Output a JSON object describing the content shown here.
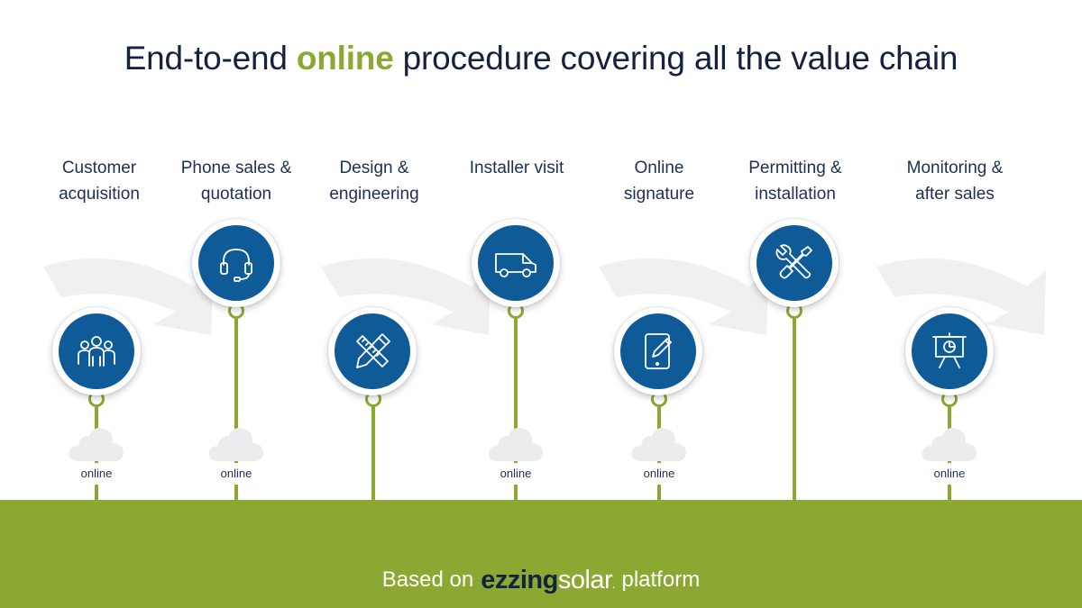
{
  "title": {
    "part1": "End-to-end ",
    "highlight": "online",
    "part2": " procedure covering all the value chain"
  },
  "steps": [
    {
      "line1": "Customer",
      "line2": "acquisition",
      "icon": "people-group-icon",
      "cloud_label": "online"
    },
    {
      "line1": "Phone sales &",
      "line2": "quotation",
      "icon": "headset-icon",
      "cloud_label": "online"
    },
    {
      "line1": "Design &",
      "line2": "engineering",
      "icon": "pencil-ruler-icon",
      "cloud_label": ""
    },
    {
      "line1": "Installer visit",
      "line2": "",
      "icon": "van-icon",
      "cloud_label": "online"
    },
    {
      "line1": "Online",
      "line2": "signature",
      "icon": "tablet-pen-icon",
      "cloud_label": "online"
    },
    {
      "line1": "Permitting &",
      "line2": "installation",
      "icon": "tools-icon",
      "cloud_label": ""
    },
    {
      "line1": "Monitoring &",
      "line2": "after sales",
      "icon": "presentation-chart-icon",
      "cloud_label": "online"
    }
  ],
  "footer": {
    "prefix": "Based on",
    "logo_part1": "ezzing",
    "logo_part2": "solar",
    "logo_mark": ".",
    "suffix": "platform"
  },
  "colors": {
    "accent_green": "#8aa832",
    "icon_blue": "#0f5b97",
    "title_navy": "#14213f",
    "arrow_grey": "#f0f0f0"
  }
}
